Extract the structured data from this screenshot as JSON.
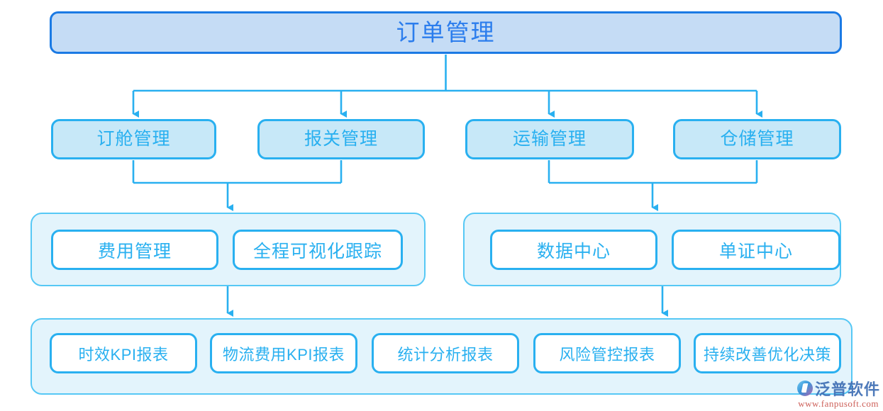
{
  "diagram": {
    "title": "订单管理",
    "level2": [
      {
        "label": "订舱管理"
      },
      {
        "label": "报关管理"
      },
      {
        "label": "运输管理"
      },
      {
        "label": "仓储管理"
      }
    ],
    "group_left": {
      "items": [
        {
          "label": "费用管理"
        },
        {
          "label": "全程可视化跟踪"
        }
      ]
    },
    "group_right": {
      "items": [
        {
          "label": "数据中心"
        },
        {
          "label": "单证中心"
        }
      ]
    },
    "group_reports": {
      "items": [
        {
          "label": "时效KPI报表"
        },
        {
          "label": "物流费用KPI报表"
        },
        {
          "label": "统计分析报表"
        },
        {
          "label": "风险管控报表"
        },
        {
          "label": "持续改善优化决策"
        }
      ]
    }
  },
  "colors": {
    "root_fill": "#c5dcf5",
    "root_border": "#1b7ae4",
    "root_text": "#2b7ded",
    "node_fill": "#c7e8f8",
    "node_border": "#29b0f0",
    "node_text": "#29b0f0",
    "group_fill": "#e3f4fc",
    "group_border": "#56c8f5",
    "chip_fill": "#ffffff",
    "connector": "#29b0f0"
  },
  "watermark": {
    "brand": "泛普软件",
    "url": "www.fanpusoft.com"
  }
}
